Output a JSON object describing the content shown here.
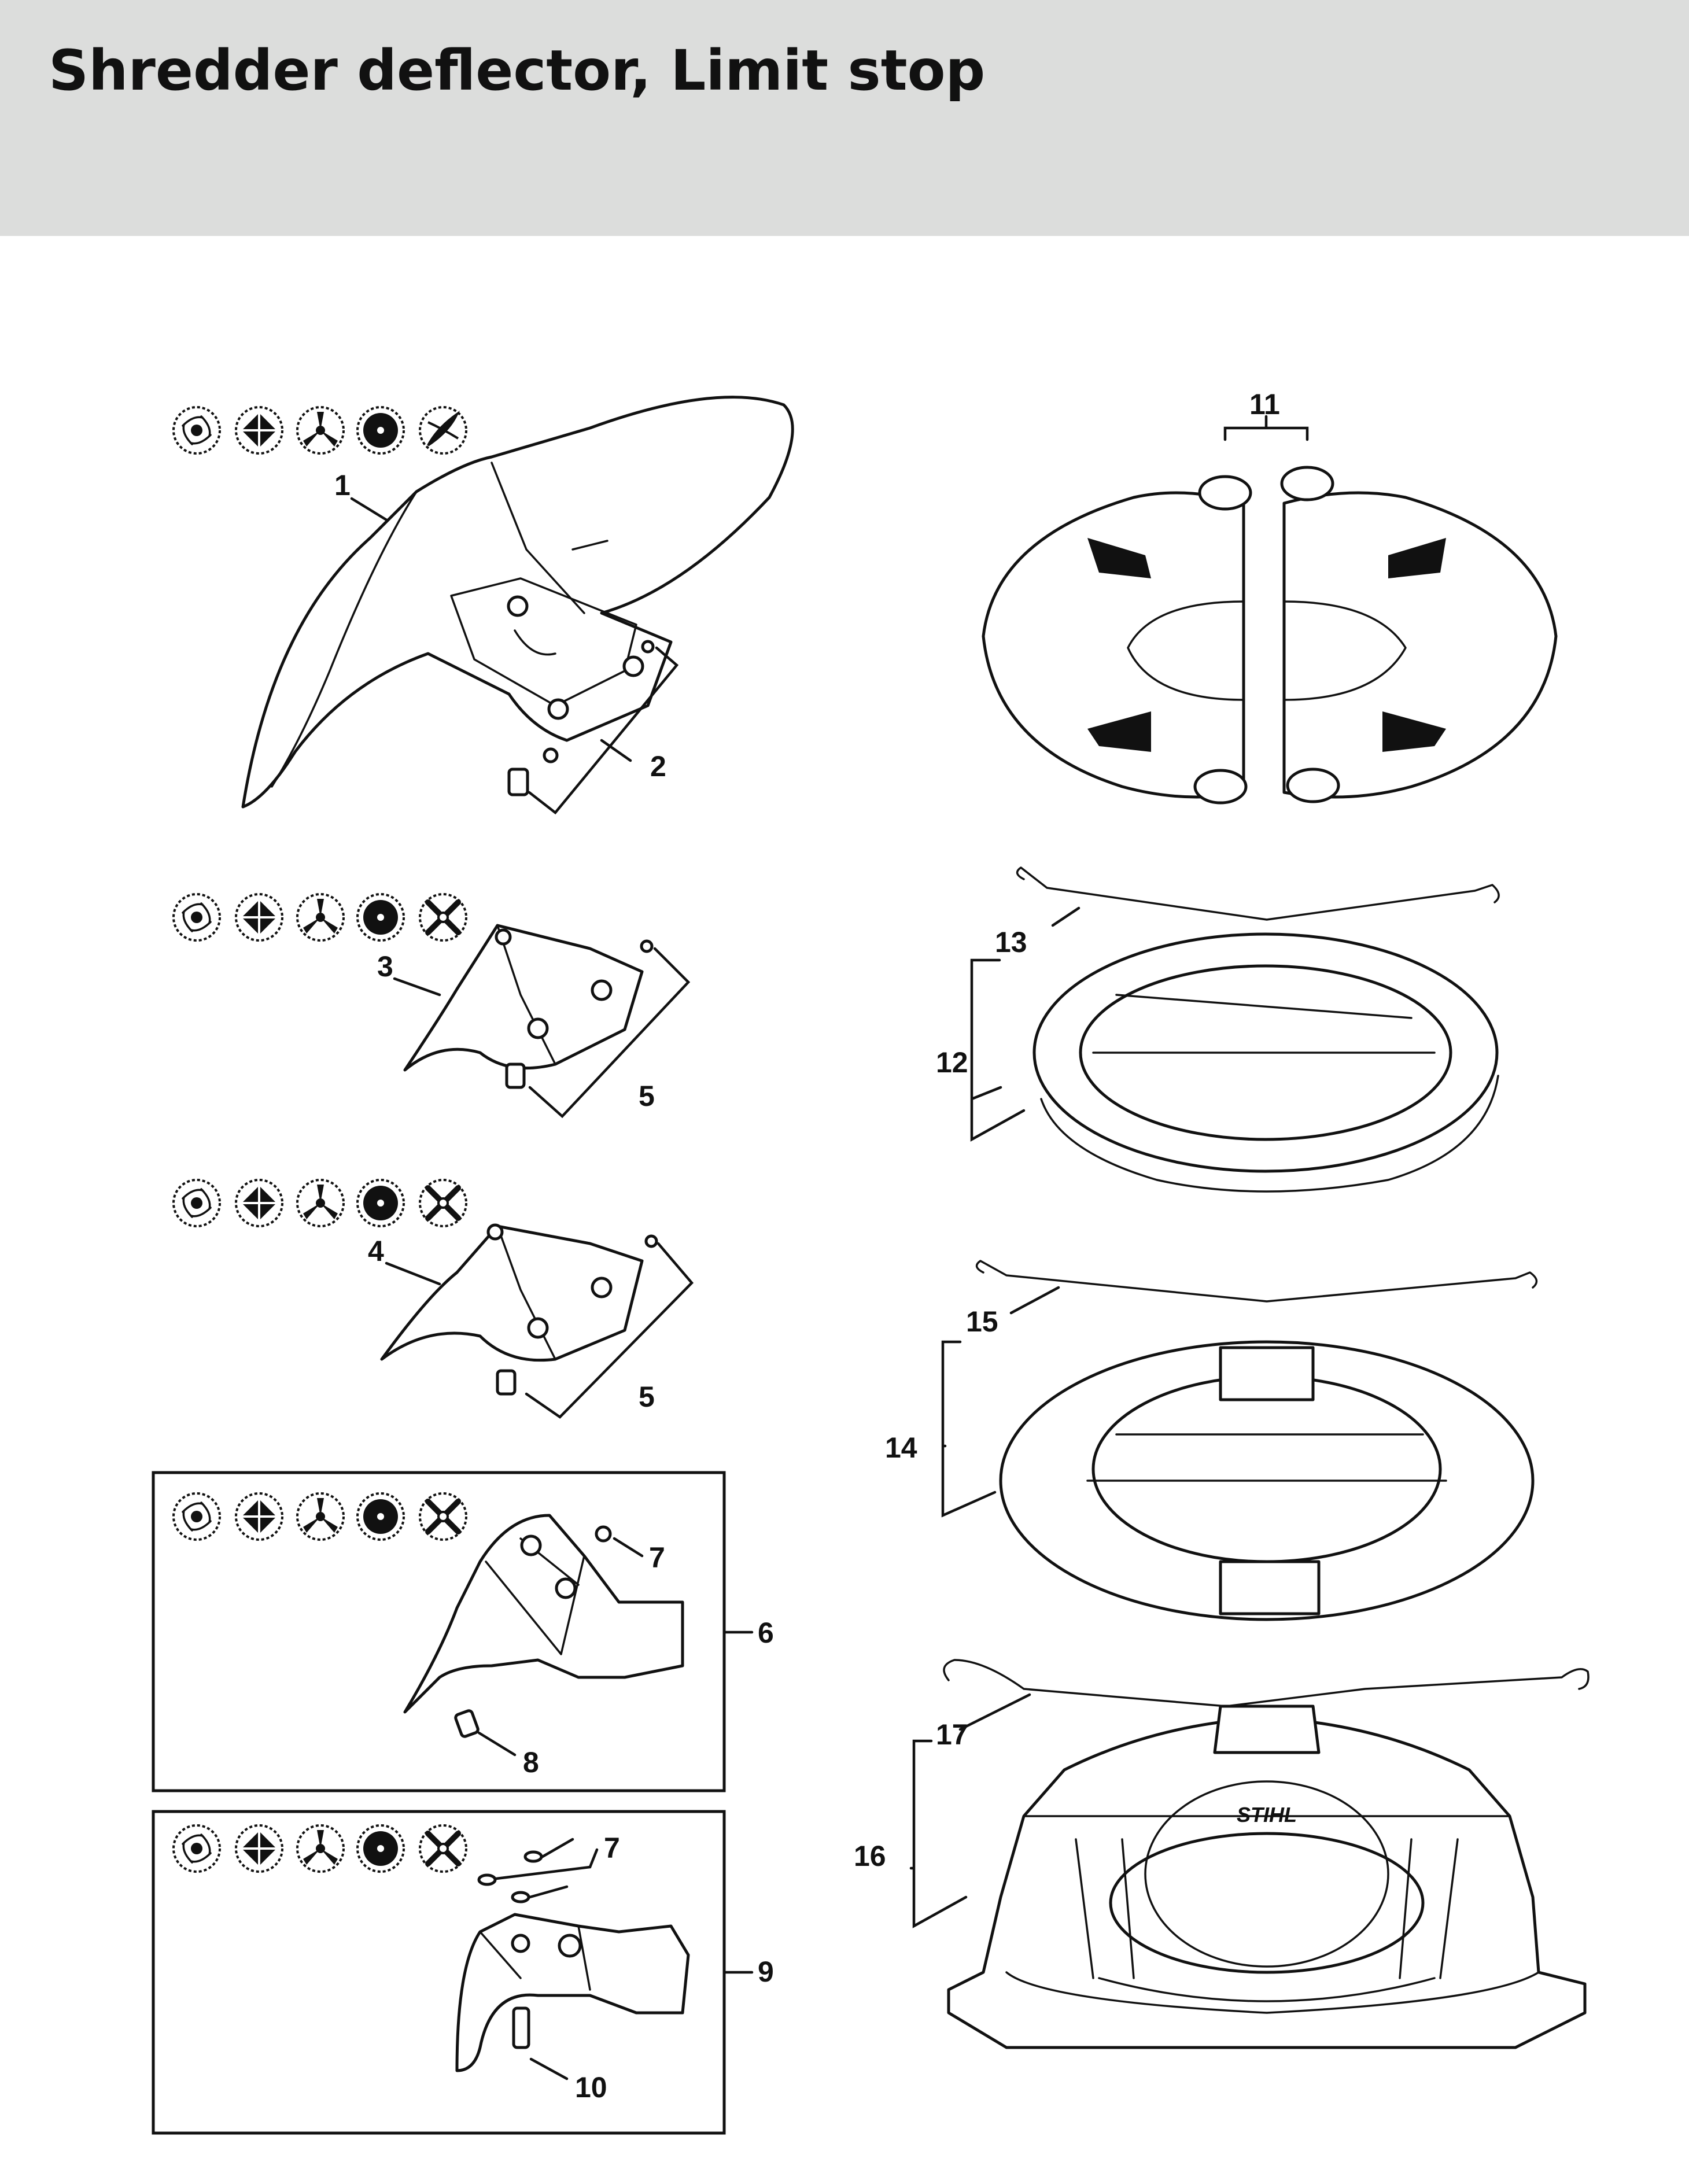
{
  "title": "Shredder deflector, Limit stop",
  "logo": "STIHL",
  "callouts": {
    "c1": "1",
    "c2": "2",
    "c3": "3",
    "c4": "4",
    "c5a": "5",
    "c5b": "5",
    "c6": "6",
    "c7a": "7",
    "c7b": "7",
    "c8": "8",
    "c9": "9",
    "c10": "10",
    "c11": "11",
    "c12": "12",
    "c13": "13",
    "c14": "14",
    "c15": "15",
    "c16": "16",
    "c17": "17"
  },
  "cutting_tool_icons": [
    "shredder-blade-icon",
    "grass-cutting-blade-icon",
    "three-tooth-blade-icon",
    "circular-saw-blade-icon",
    "four-tooth-blade-icon"
  ],
  "colors": {
    "header_bg": "#dcdddc",
    "line": "#111111",
    "background": "#ffffff"
  }
}
